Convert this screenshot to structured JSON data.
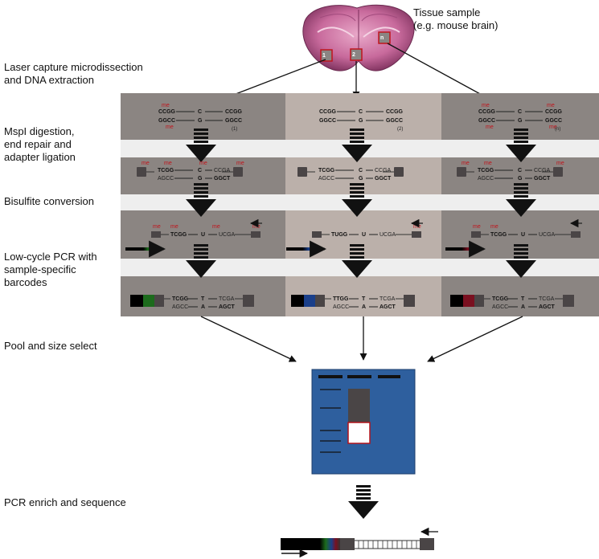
{
  "labels": {
    "tissue_line1": "Tissue sample",
    "tissue_line2": "(e.g. mouse brain)",
    "lcm_line1": "Laser capture microdissection",
    "lcm_line2": "and DNA extraction",
    "mspi_line1": "MspI digestion,",
    "mspi_line2": "end repair and",
    "mspi_line3": "adapter ligation",
    "bisulfite": "Bisulfite conversion",
    "pcr_line1": "Low-cycle PCR with",
    "pcr_line2": "sample-specific",
    "pcr_line3": "barcodes",
    "pool": "Pool and size select",
    "enrich": "PCR enrich and sequence"
  },
  "brain_regions": [
    "1",
    "2",
    "n"
  ],
  "samples": [
    {
      "id": "(1)",
      "top": "CCGG — C — CCGG",
      "bot": "GGCC — G — GGCC"
    },
    {
      "id": "(2)",
      "top": "CCGG — C — CCGG",
      "bot": "GGCC — G — GGCC"
    },
    {
      "id": "(n)",
      "top": "CCGG — C — CCGG",
      "bot": "GGCC — G — GGCC"
    }
  ],
  "seq": {
    "ccgg": "CCGG",
    "ggcc": "GGCC",
    "c": "C",
    "g": "G",
    "tcgg": "TCGG",
    "ccga": "CCGA",
    "agcc": "AGCC",
    "ggct": "GGCT",
    "tugg": "TUGG",
    "u": "U",
    "ucga": "UCGA",
    "ttgg": "TTGG",
    "t": "T",
    "tcga": "TCGA",
    "a": "A",
    "agct": "AGCT",
    "me": "me"
  },
  "colors": {
    "panel_dark": "#8b8582",
    "panel_mid": "#bbb0aa",
    "panel_light": "#eeeeee",
    "arrow": "#111111",
    "methyl": "#c0141c",
    "gel": "#2e5f9e",
    "barcode1": "#1c6b1c",
    "barcode2": "#1a3f8a",
    "barcode3": "#7a1020"
  }
}
